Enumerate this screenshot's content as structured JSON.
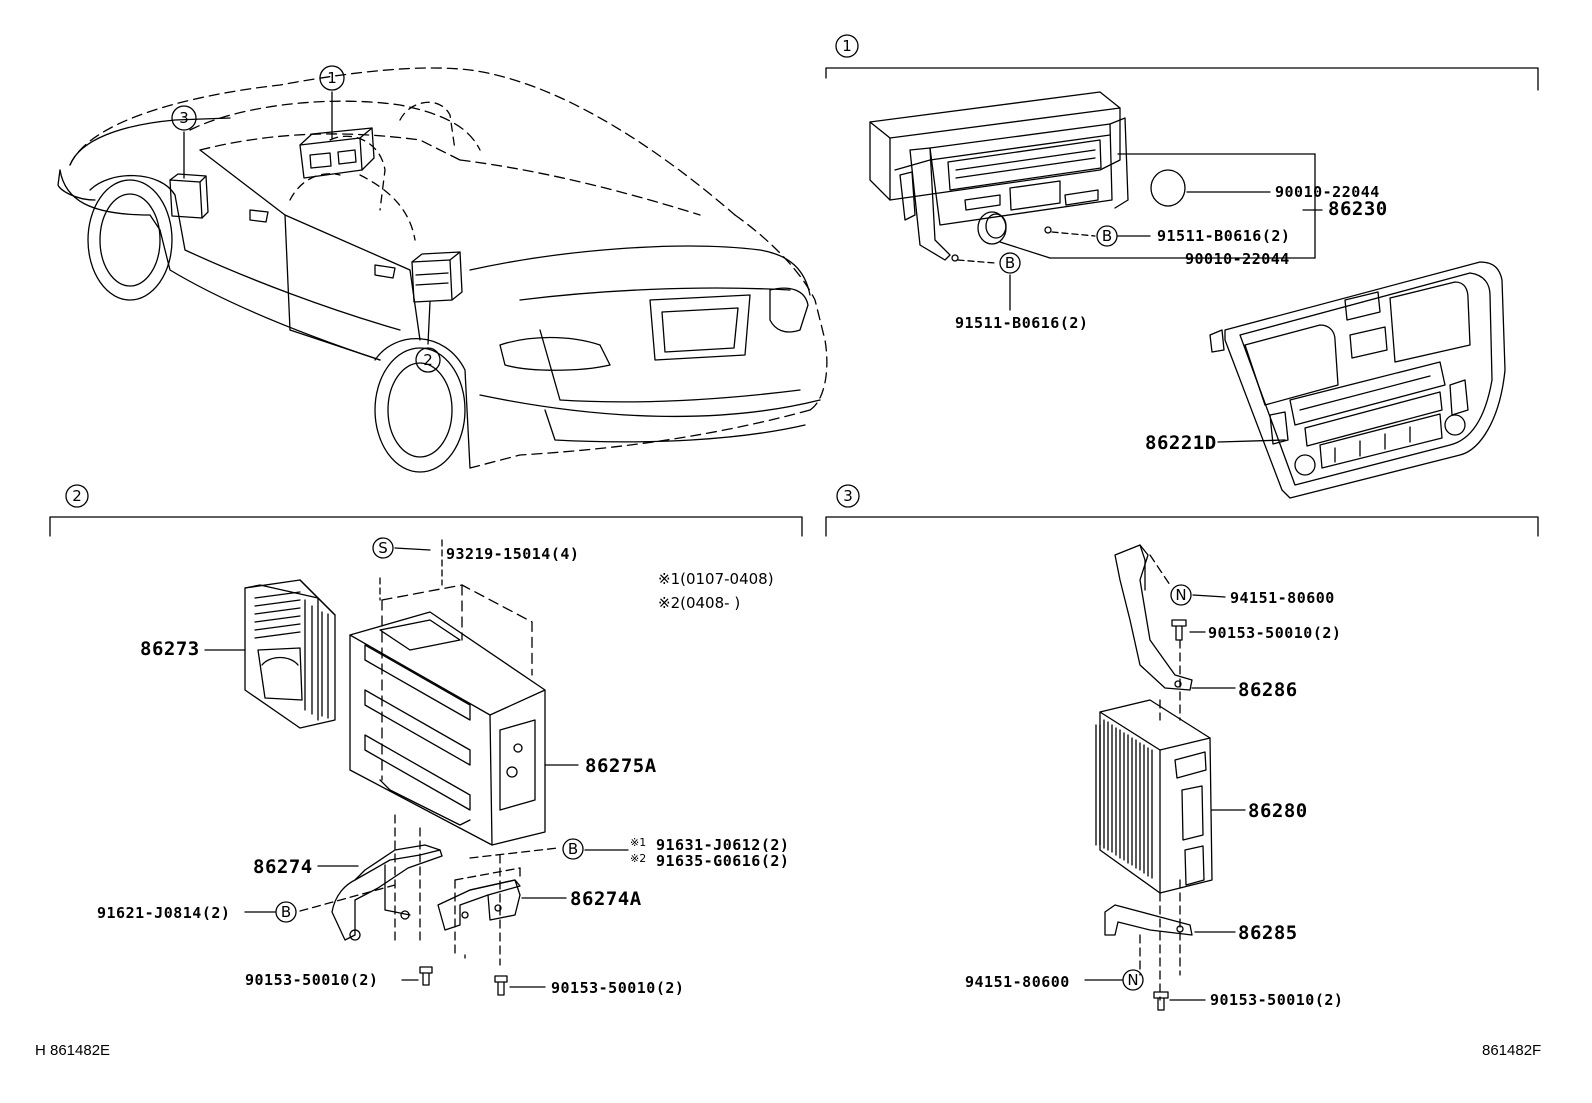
{
  "sections": [
    {
      "num": "1",
      "callouts": {
        "bolt_letter": "B"
      }
    },
    {
      "num": "2",
      "callouts": {
        "bolt_letter": "B",
        "stud_letter": "S"
      }
    },
    {
      "num": "3",
      "callouts": {
        "nut_letter": "N"
      }
    }
  ],
  "overview_callouts": [
    "1",
    "2",
    "3"
  ],
  "section1_parts": {
    "knob_upper": "90010-22044",
    "radio_assembly": "86230",
    "bolt_right": "91511-B0616(2)",
    "knob_lower": "90010-22044",
    "bolt_left": "91511-B0616(2)",
    "panel": "86221D"
  },
  "section2_parts": {
    "stud": "93219-15014(4)",
    "note1": "※1(0107-0408)",
    "note2": "※2(0408-     )",
    "amplifier": "86273",
    "amp_case": "86275A",
    "bracket_left": "86274",
    "bolt_note1": "※1",
    "bolt_part1": "91631-J0612(2)",
    "bolt_note2": "※2",
    "bolt_part2": "91635-G0616(2)",
    "bracket_right": "86274A",
    "bolt_left": "91621-J0814(2)",
    "screw_left": "90153-50010(2)",
    "screw_right": "90153-50010(2)"
  },
  "section3_parts": {
    "nut_upper": "94151-80600",
    "screw_upper": "90153-50010(2)",
    "bracket_upper": "86286",
    "unit": "86280",
    "bracket_lower": "86285",
    "nut_lower": "94151-80600",
    "screw_lower": "90153-50010(2)"
  },
  "footer": {
    "left_code": "H 861482E",
    "right_code": "861482F"
  }
}
